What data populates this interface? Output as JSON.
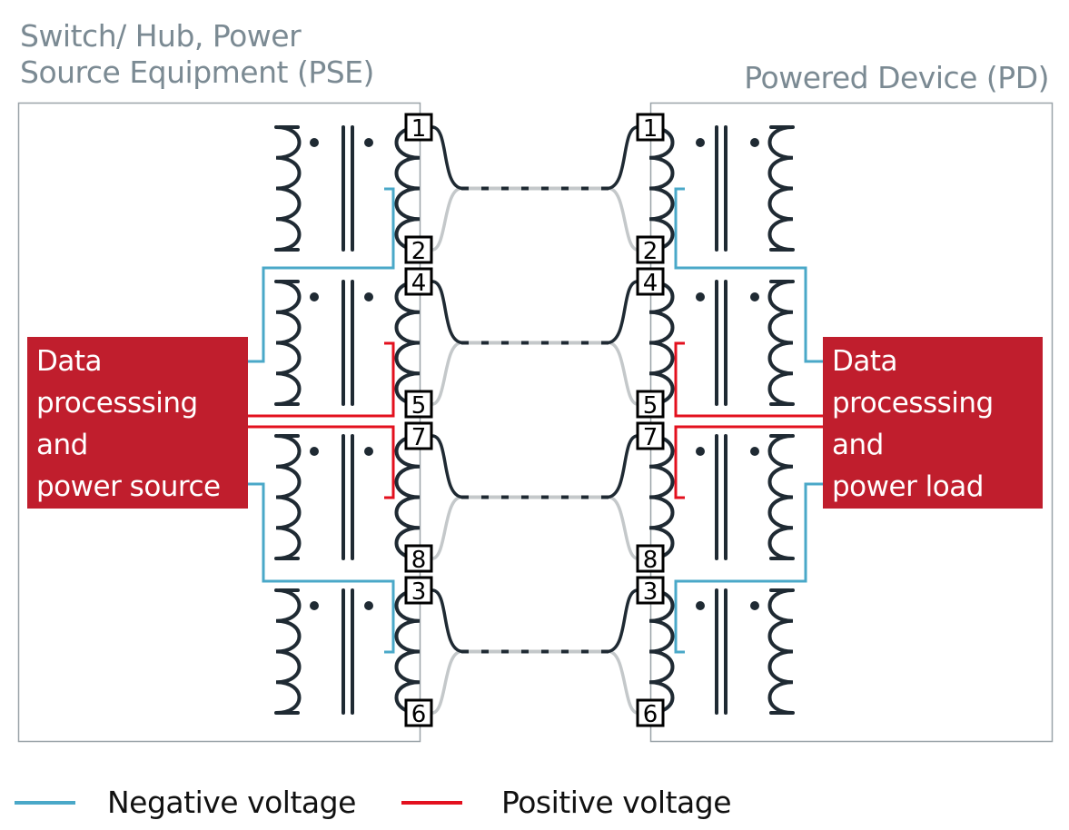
{
  "titles": {
    "pse_line1": "Switch/ Hub, Power",
    "pse_line2": "Source Equipment (PSE)",
    "pd": "Powered Device (PD)"
  },
  "blocks": {
    "pse": {
      "lines": [
        "Data",
        "processsing",
        "and",
        "power source"
      ]
    },
    "pd": {
      "lines": [
        "Data",
        "processsing",
        "and",
        "power load"
      ]
    }
  },
  "pins": {
    "left": [
      "1",
      "2",
      "4",
      "5",
      "7",
      "8",
      "3",
      "6"
    ],
    "right": [
      "1",
      "2",
      "4",
      "5",
      "7",
      "8",
      "3",
      "6"
    ]
  },
  "pairs": [
    {
      "pins": [
        "1",
        "2"
      ],
      "center_tap": "negative"
    },
    {
      "pins": [
        "4",
        "5"
      ],
      "center_tap": "positive"
    },
    {
      "pins": [
        "7",
        "8"
      ],
      "center_tap": "positive"
    },
    {
      "pins": [
        "3",
        "6"
      ],
      "center_tap": "negative"
    }
  ],
  "legend": {
    "negative": {
      "label": "Negative voltage",
      "color": "#4aa8c8"
    },
    "positive": {
      "label": "Positive voltage",
      "color": "#e3101e"
    }
  },
  "colors": {
    "wire": "#1f2a33",
    "wire_light": "#c4c8ca",
    "box": "#c01e2d",
    "border": "#9aa3a8",
    "title": "#7b8a93"
  }
}
